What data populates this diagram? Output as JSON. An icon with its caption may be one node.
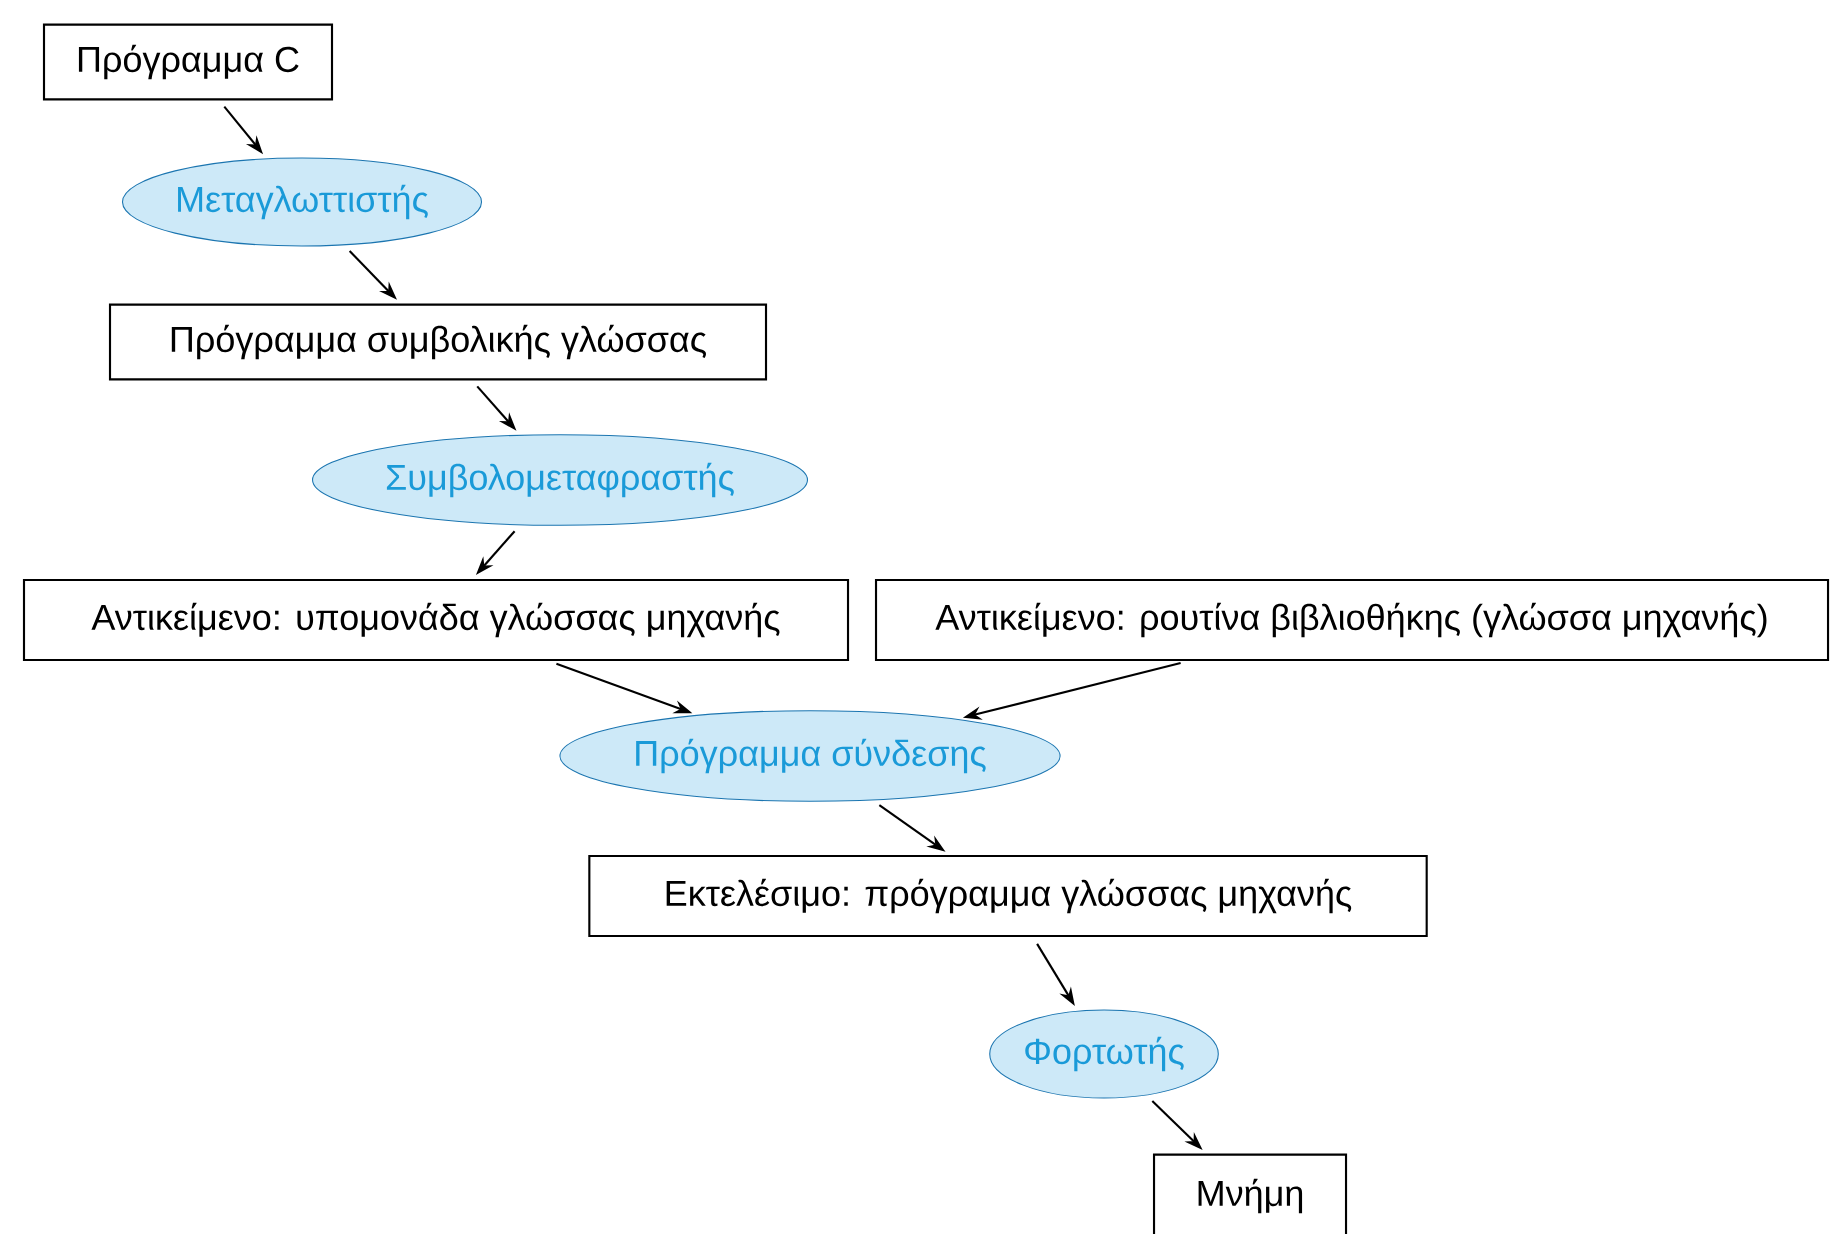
{
  "diagram": {
    "nodes": [
      {
        "text": [
          "Πρόγραμμα C"
        ]
      },
      {
        "text": [
          "Μεταγλωττιστής"
        ]
      },
      {
        "text": [
          "Πρόγραμμα συμβολικής γλώσσας"
        ]
      },
      {
        "text": [
          "Συμβολομεταφραστής"
        ]
      },
      {
        "text": [
          "Αντικείμενο: υπομονάδα γλώσσας μηχανής"
        ]
      },
      {
        "text": [
          "Αντικείμενο: ρουτίνα βιβλιοθήκης (γλώσσα μηχανής)"
        ]
      },
      {
        "text": [
          "Πρόγραμμα σύνδεσης"
        ]
      },
      {
        "text": [
          "Εκτελέσιμο: πρόγραμμα γλώσσας μηχανής"
        ]
      },
      {
        "text": [
          "Φορτωτής"
        ]
      },
      {
        "text": [
          "Μνήμη"
        ]
      }
    ],
    "edges": [
      {
        "from": 0,
        "to": 1,
        "arrow": "to"
      },
      {
        "from": 1,
        "to": 2,
        "arrow": "to"
      },
      {
        "from": 2,
        "to": 3,
        "arrow": "to"
      },
      {
        "from": 3,
        "to": 4,
        "arrow": "to"
      },
      {
        "from": 4,
        "to": 6,
        "arrow": "to"
      },
      {
        "from": 5,
        "to": 6,
        "arrow": "to"
      },
      {
        "from": 6,
        "to": 7,
        "arrow": "to"
      },
      {
        "from": 7,
        "to": 8,
        "arrow": "to"
      },
      {
        "from": 8,
        "to": 9,
        "arrow": "to"
      }
    ]
  }
}
